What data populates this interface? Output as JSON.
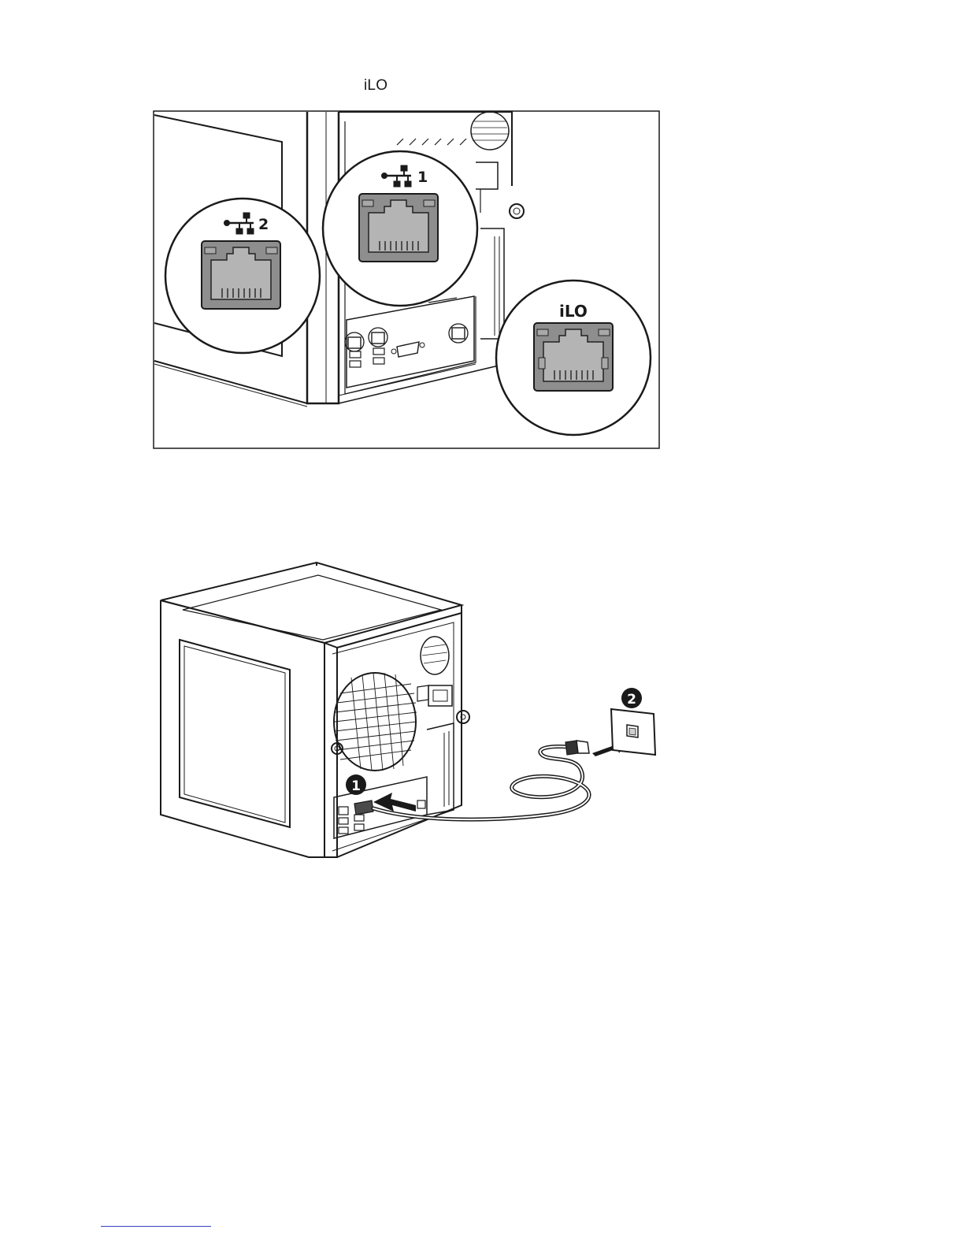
{
  "page": {
    "intro_label": "iLO"
  },
  "figure1": {
    "port_labels": {
      "nic2": "2",
      "nic1": "1",
      "ilo": "iLO"
    }
  },
  "figure2": {
    "callouts": {
      "step1": "1",
      "step2": "2"
    }
  }
}
